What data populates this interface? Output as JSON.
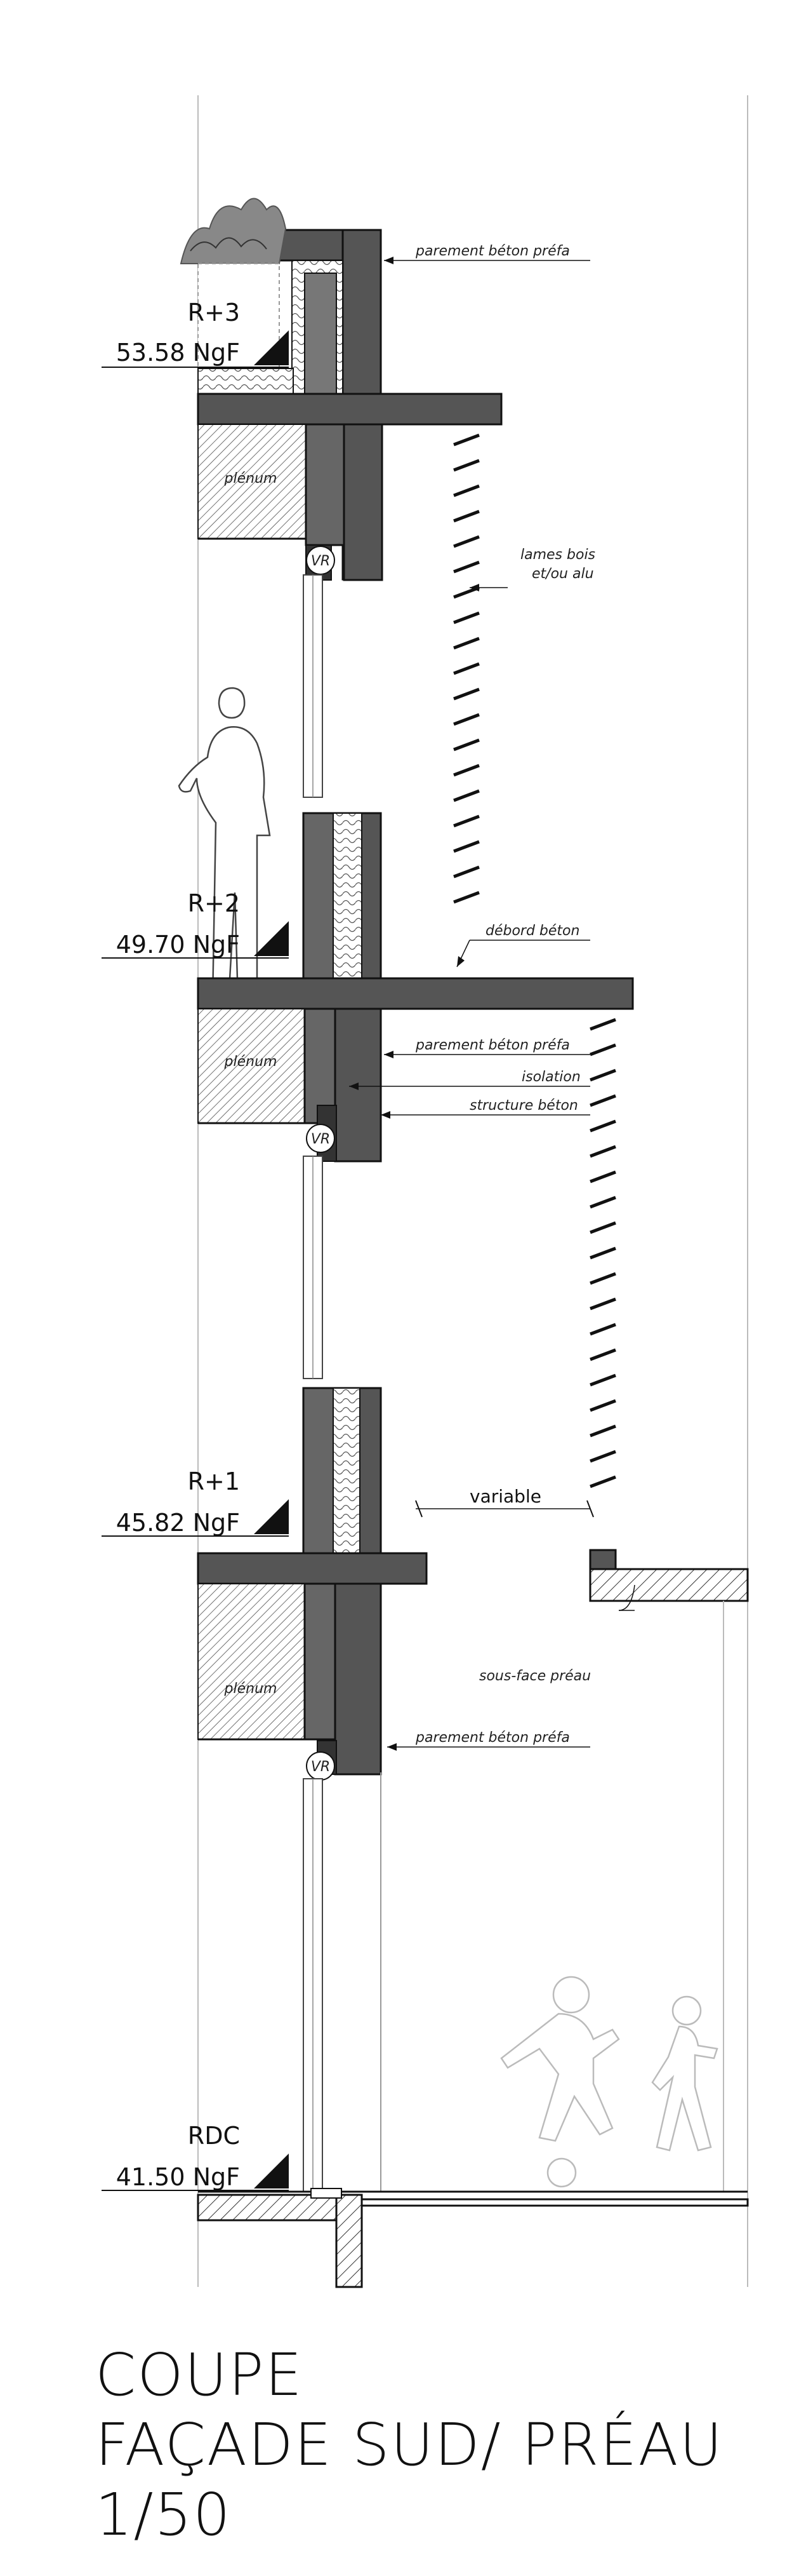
{
  "levels": [
    {
      "name": "R+3",
      "elevation": "53.58 NgF"
    },
    {
      "name": "R+2",
      "elevation": "49.70 NgF"
    },
    {
      "name": "R+1",
      "elevation": "45.82 NgF"
    },
    {
      "name": "RDC",
      "elevation": "41.50 NgF"
    }
  ],
  "annotations": {
    "parement_r3": "parement béton préfa",
    "lames": "lames bois",
    "lames2": "et/ou alu",
    "debord": "débord béton",
    "parement_r2": "parement béton préfa",
    "isolation": "isolation",
    "structure": "structure béton",
    "variable": "variable",
    "sous_face": "sous-face préau",
    "parement_r1": "parement béton préfa",
    "plenum": "plénum",
    "vr": "VR"
  },
  "title": {
    "line1": "COUPE",
    "line2": "FAÇADE SUD/ PRÉAU",
    "line3": "1/50"
  }
}
